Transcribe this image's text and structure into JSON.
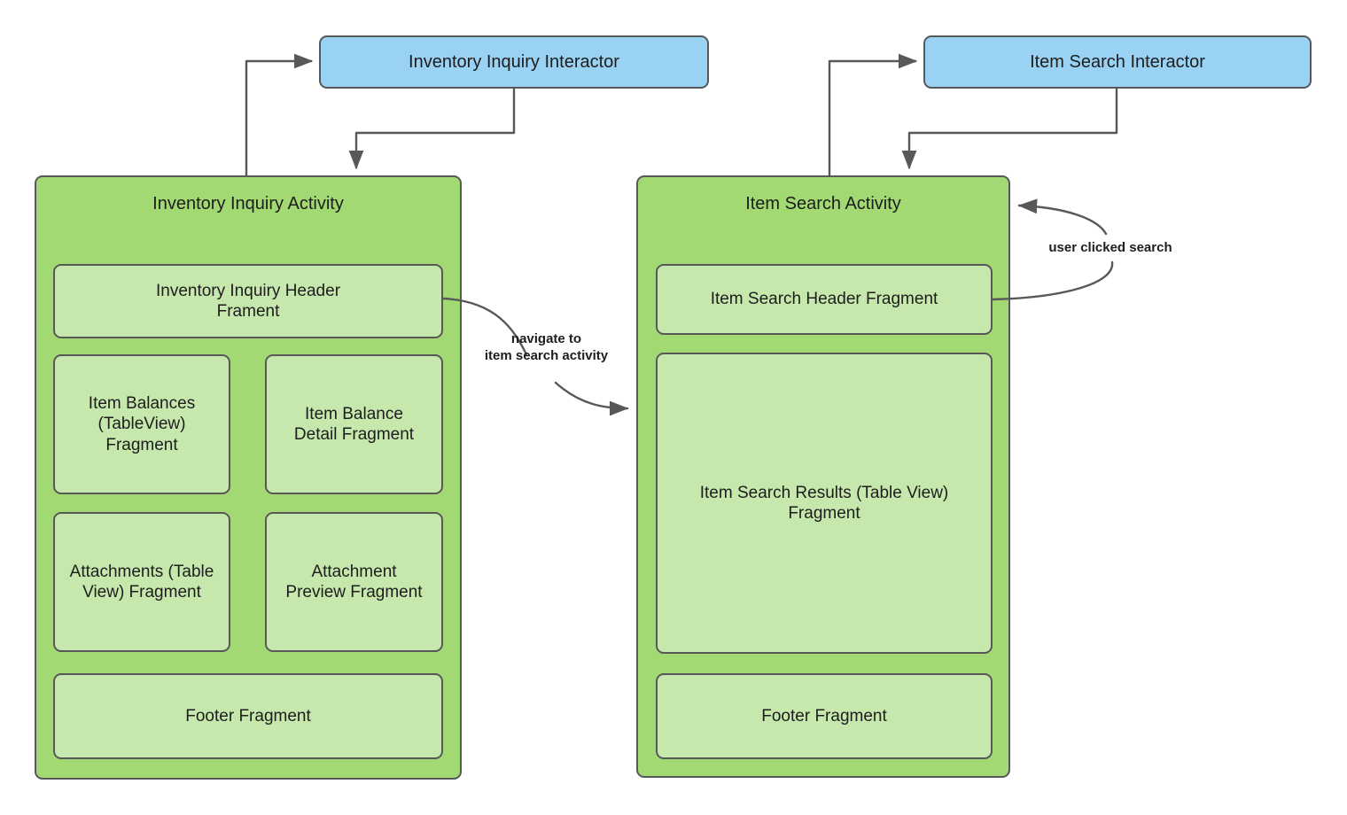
{
  "diagram": {
    "title": "Inventory Inquiry / Item Search Activity and Fragment Architecture",
    "colors": {
      "interactor_fill": "#9AD2F3",
      "activity_fill": "#A2D973",
      "fragment_fill": "#C6E8AD",
      "stroke": "#56585A",
      "text": "#1D1D1D",
      "background": "#FFFFFF"
    }
  },
  "interactors": [
    {
      "id": "inventory-inquiry-interactor",
      "label": "Inventory Inquiry Interactor"
    },
    {
      "id": "item-search-interactor",
      "label": "Item Search Interactor"
    }
  ],
  "activities": [
    {
      "id": "inventory-inquiry-activity",
      "title": "Inventory Inquiry Activity",
      "fragments": [
        {
          "id": "inventory-inquiry-header-fragment",
          "label": "Inventory Inquiry Header\nFrament"
        },
        {
          "id": "item-balances-tableview-fragment",
          "label": "Item Balances\n(TableView)\nFragment"
        },
        {
          "id": "item-balance-detail-fragment",
          "label": "Item Balance\nDetail Fragment"
        },
        {
          "id": "attachments-tableview-fragment",
          "label": "Attachments (Table\nView) Fragment"
        },
        {
          "id": "attachment-preview-fragment",
          "label": "Attachment\nPreview Fragment"
        },
        {
          "id": "inventory-inquiry-footer-fragment",
          "label": "Footer Fragment"
        }
      ]
    },
    {
      "id": "item-search-activity",
      "title": "Item Search Activity",
      "fragments": [
        {
          "id": "item-search-header-fragment",
          "label": "Item Search Header Fragment"
        },
        {
          "id": "item-search-results-tableview-fragment",
          "label": "Item Search Results (Table View)\nFragment"
        },
        {
          "id": "item-search-footer-fragment",
          "label": "Footer Fragment"
        }
      ]
    }
  ],
  "edge_labels": [
    {
      "id": "navigate-to-item-search-activity",
      "text": "navigate to\nitem search activity"
    },
    {
      "id": "user-clicked-search",
      "text": "user clicked search"
    }
  ],
  "edges": [
    {
      "id": "edge-inventory-activity-to-interactor",
      "from": "inventory-inquiry-activity",
      "to": "inventory-inquiry-interactor",
      "label": ""
    },
    {
      "id": "edge-inventory-interactor-to-activity",
      "from": "inventory-inquiry-interactor",
      "to": "inventory-inquiry-activity",
      "label": ""
    },
    {
      "id": "edge-item-search-activity-to-interactor",
      "from": "item-search-activity",
      "to": "item-search-interactor",
      "label": ""
    },
    {
      "id": "edge-item-search-interactor-to-activity",
      "from": "item-search-interactor",
      "to": "item-search-activity",
      "label": ""
    },
    {
      "id": "edge-inventory-header-to-item-search-results",
      "from": "inventory-inquiry-header-fragment",
      "to": "item-search-results-tableview-fragment",
      "label": "navigate to\nitem search activity"
    },
    {
      "id": "edge-item-search-header-to-activity",
      "from": "item-search-header-fragment",
      "to": "item-search-activity",
      "label": "user clicked search"
    }
  ]
}
